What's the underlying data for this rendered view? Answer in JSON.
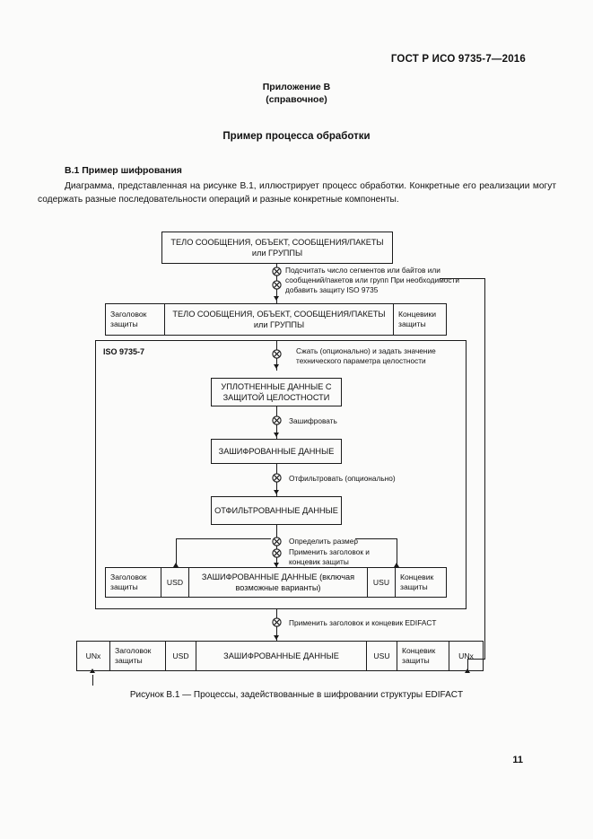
{
  "document": {
    "standard_header": "ГОСТ Р ИСО 9735-7—2016",
    "annex_title": "Приложение В",
    "annex_subtitle": "(справочное)",
    "section_title": "Пример процесса обработки",
    "subsection_heading": "В.1 Пример шифрования",
    "paragraph": "Диаграмма, представленная на рисунке В.1, иллюстрирует процесс обработки. Конкретные его реализации могут содержать разные последовательности операций и разные конкретные компоненты.",
    "figure_caption": "Рисунок В.1 — Процессы, задействованные в шифровании структуры EDIFACT",
    "page_number": "11"
  },
  "diagram": {
    "top_box": "ТЕЛО СООБЩЕНИЯ, ОБЪЕКТ, СООБЩЕНИЯ/ПАКЕТЫ или ГРУППЫ",
    "note_count": "Подсчитать число сегментов или байтов или сообщений/пакетов или групп  При необходимости добавить защиту ISO 9735",
    "strip_protected": {
      "left": "Заголовок защиты",
      "middle": "ТЕЛО СООБЩЕНИЯ, ОБЪЕКТ, СООБЩЕНИЯ/ПАКЕТЫ или ГРУППЫ",
      "right": "Концевики защиты"
    },
    "container_label": "ISO 9735-7",
    "note_compress": "Сжать (опционально) и задать значение технического параметра целостности",
    "box_compressed": "УПЛОТНЕННЫЕ ДАННЫЕ С ЗАЩИТОЙ ЦЕЛОСТНОСТИ",
    "note_encrypt": "Зашифровать",
    "box_encrypted": "ЗАШИФРОВАННЫЕ ДАННЫЕ",
    "note_filter": "Отфильтровать (опционально)",
    "box_filtered": "ОТФИЛЬТРОВАННЫЕ ДАННЫЕ",
    "note_size": "Определить размер",
    "note_apply_header": "Применить заголовок и концевик защиты",
    "strip_inner": {
      "c1": "Заголовок защиты",
      "c2": "USD",
      "c3": "ЗАШИФРОВАННЫЕ ДАННЫЕ (включая возможные варианты)",
      "c4": "USU",
      "c5": "Концевик защиты"
    },
    "note_edifact": "Применить заголовок и концевик EDIFACT",
    "strip_final": {
      "c1": "UNx",
      "c2": "Заголовок защиты",
      "c3": "USD",
      "c4": "ЗАШИФРОВАННЫЕ ДАННЫЕ",
      "c5": "USU",
      "c6": "Концевик защиты",
      "c7": "UNx"
    }
  },
  "colors": {
    "ink": "#1a1a1a",
    "paper": "#fbfbfa"
  }
}
